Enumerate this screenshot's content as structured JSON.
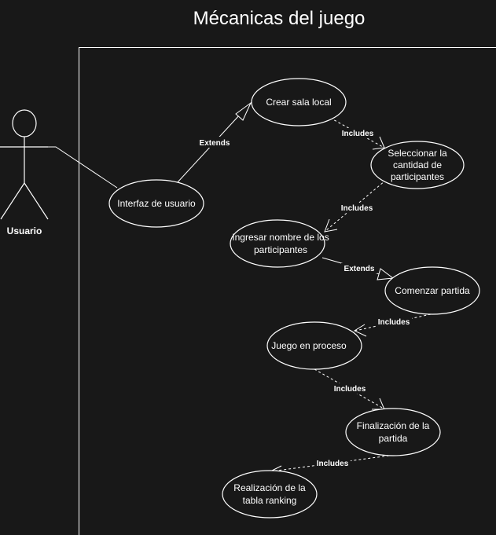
{
  "title": "Mécanicas del juego",
  "actor": {
    "name": "Usuario"
  },
  "use_cases": {
    "interfaz": [
      "Interfaz de usuario"
    ],
    "crear_sala": [
      "Crear sala local"
    ],
    "seleccionar": [
      "Seleccionar la",
      "cantidad de",
      "participantes"
    ],
    "ingresar": [
      "Ingresar nombre de los",
      "participantes"
    ],
    "comenzar": [
      "Comenzar partida"
    ],
    "juego": [
      "Juego en proceso"
    ],
    "finalizacion": [
      "Finalización de la",
      "partida"
    ],
    "ranking": [
      "Realización de la",
      "tabla ranking"
    ]
  },
  "relations": {
    "interfaz_to_crear": "Extends",
    "crear_to_seleccionar": "Includes",
    "seleccionar_to_ingresar": "Includes",
    "ingresar_to_comenzar": "Extends",
    "comenzar_to_juego": "Includes",
    "juego_to_finalizacion": "Includes",
    "finalizacion_to_ranking": "Includes"
  },
  "colors": {
    "background": "#181818",
    "stroke": "#ffffff",
    "fill": "#181818"
  }
}
